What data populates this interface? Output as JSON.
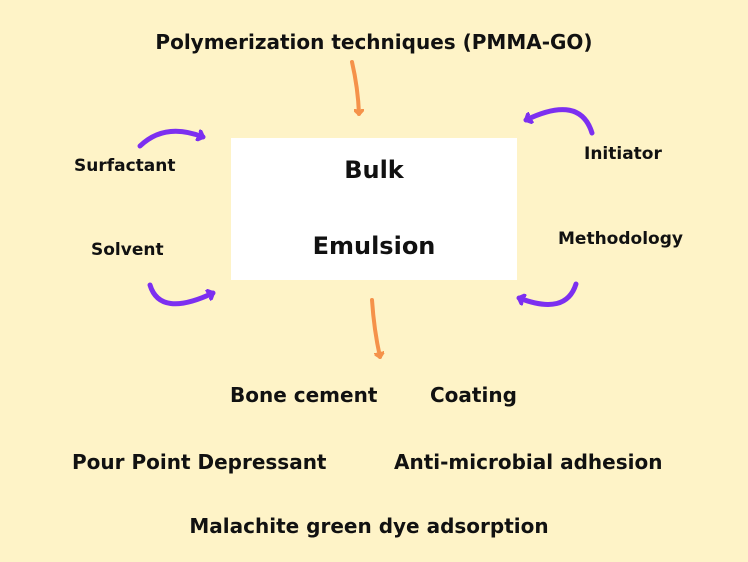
{
  "title": "Polymerization techniques (PMMA-GO)",
  "methods": [
    "Bulk",
    "Emulsion"
  ],
  "factors": {
    "left": [
      "Surfactant",
      "Solvent"
    ],
    "right": [
      "Initiator",
      "Methodology"
    ]
  },
  "applications": [
    "Bone cement",
    "Coating",
    "Pour Point Depressant",
    "Anti-microbial adhesion",
    "Malachite green dye adsorption"
  ],
  "colors": {
    "background": "#fef3c7",
    "box": "#ffffff",
    "orange_arrow": "#f5924a",
    "purple_arrow": "#7c2ff0",
    "text": "#111111"
  },
  "icons": [
    "orange-down-arrow",
    "purple-curved-arrow"
  ]
}
